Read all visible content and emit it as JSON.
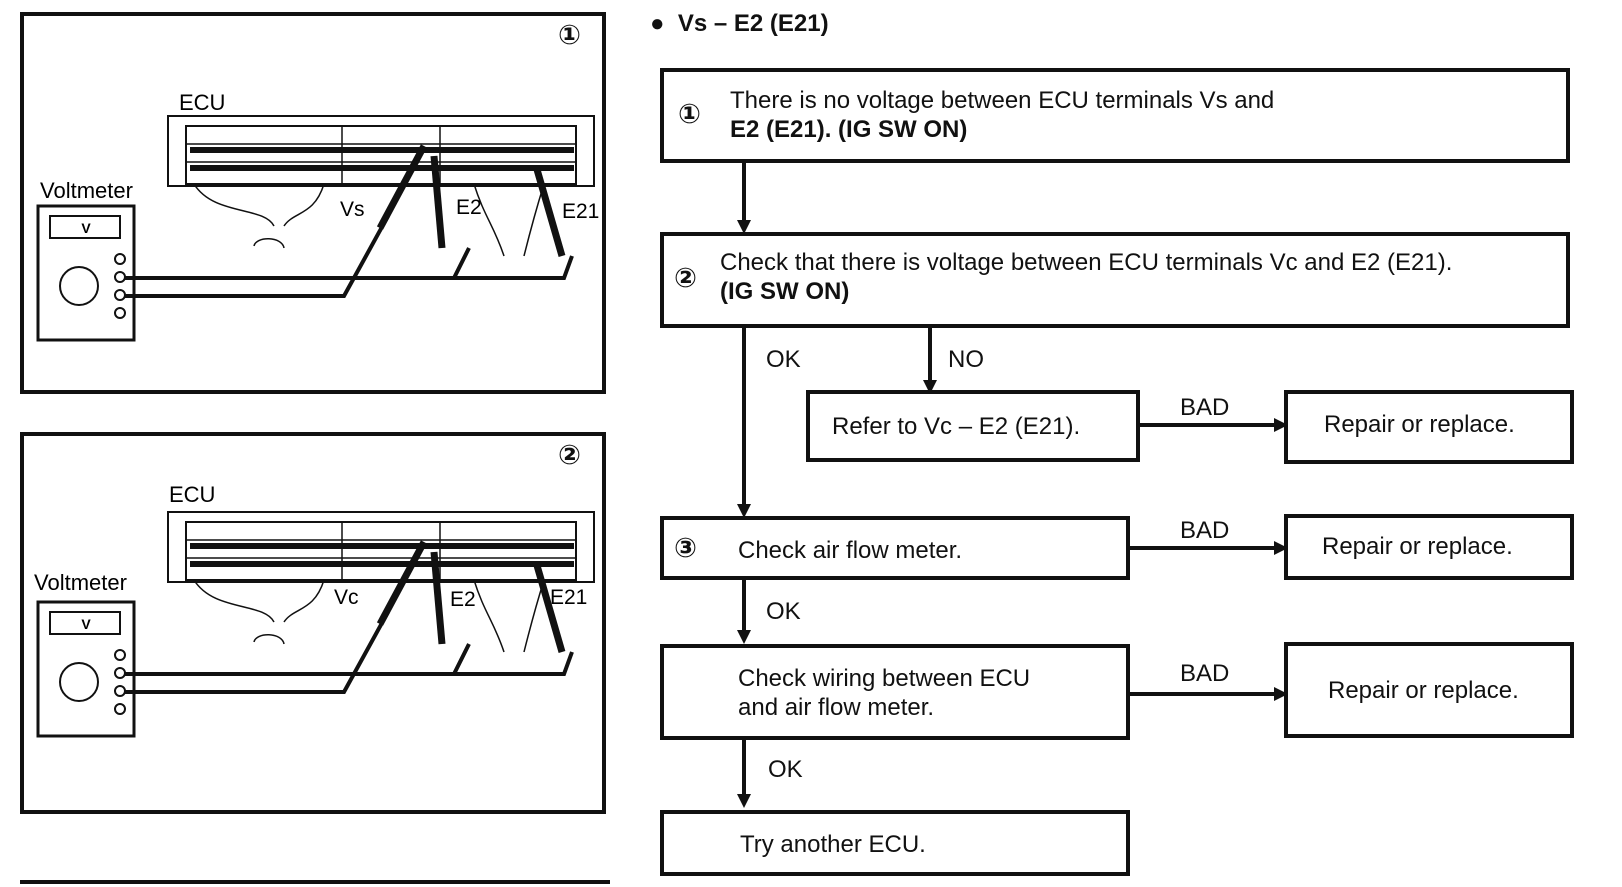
{
  "title": {
    "bullet": "●",
    "text": "Vs – E2 (E21)"
  },
  "figures": [
    {
      "number": "①",
      "ecu": "ECU",
      "meter": "Voltmeter",
      "meter_unit": "V",
      "t1": "Vs",
      "t2": "E2",
      "t3": "E21"
    },
    {
      "number": "②",
      "ecu": "ECU",
      "meter": "Voltmeter",
      "meter_unit": "V",
      "t1": "Vc",
      "t2": "E2",
      "t3": "E21"
    }
  ],
  "flow": {
    "step1": {
      "num": "①",
      "line1": "There is no voltage between ECU terminals Vs and",
      "line2": "E2 (E21). (IG SW ON)"
    },
    "step2": {
      "num": "②",
      "line1": "Check that there is voltage between ECU terminals Vc and E2 (E21).",
      "line2": "(IG SW ON)"
    },
    "refer": "Refer to Vc – E2 (E21).",
    "step3": {
      "num": "③",
      "text": "Check air flow meter."
    },
    "wiring": {
      "line1": "Check wiring between ECU",
      "line2": "and air flow meter."
    },
    "ecu": "Try another ECU.",
    "repair": "Repair or replace.",
    "ok": "OK",
    "no": "NO",
    "bad": "BAD"
  }
}
